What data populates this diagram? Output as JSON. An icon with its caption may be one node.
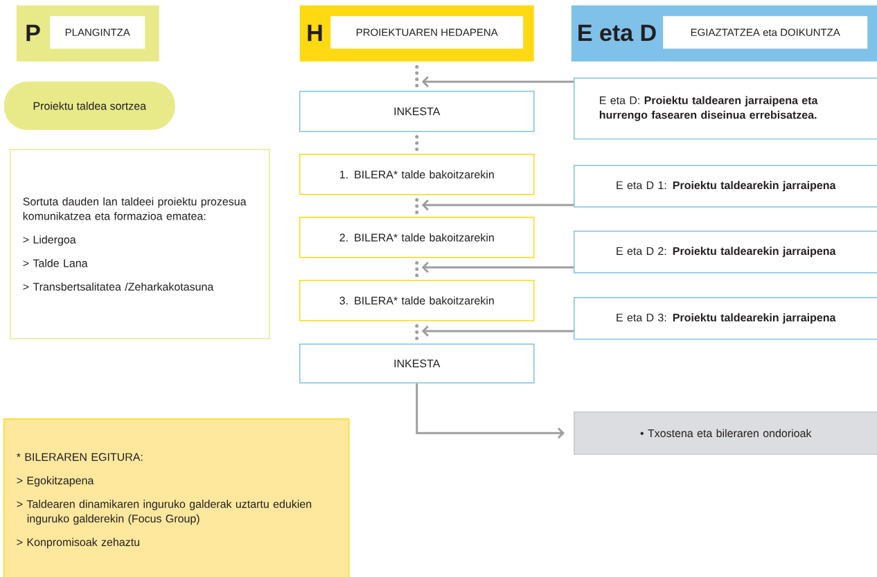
{
  "diagram": {
    "nodes": [
      {
        "text": [
          "P",
          "PLANGINTZA"
        ]
      },
      {
        "text": [
          "H",
          "PROIEKTUAREN HEDAPENA"
        ]
      },
      {
        "text": [
          "E eta D",
          "EGIAZTATZEA eta DOIKUNTZA"
        ]
      },
      {
        "text": [
          "Proiektu taldea sortzea"
        ]
      },
      {
        "text": [
          "Sortuta dauden lan taldeei proiektu prozesua komunikatzea eta formazioa ematea:",
          "> Lidergoa",
          "> Talde Lana",
          "> Transbertsalitatea /Zeharkakotasuna"
        ]
      },
      {
        "text": [
          "INKESTA"
        ]
      },
      {
        "text": [
          "1. BILERA* talde bakoitzarekin"
        ]
      },
      {
        "text": [
          "2. BILERA* talde bakoitzarekin"
        ]
      },
      {
        "text": [
          "3. BILERA* talde bakoitzarekin"
        ]
      },
      {
        "text": [
          "INKESTA"
        ]
      },
      {
        "text": [
          "E eta D: **Proiektu taldearen jarraipena eta hurrengo fasearen diseinua errebisatzea.**"
        ]
      },
      {
        "text": [
          "E eta D 1: **Proiektu taldearekin jarraipena**"
        ]
      },
      {
        "text": [
          "E eta D 2: **Proiektu taldearekin jarraipena**"
        ]
      },
      {
        "text": [
          "E eta D 3: **Proiektu taldearekin jarraipena**"
        ]
      },
      {
        "text": [
          "• Txostena eta bileraren ondorioak"
        ]
      },
      {
        "text": [
          "* BILERAREN EGITURA:",
          "> Egokitzapena",
          "> Taldearen dinamikaren inguruko galderak uztartu edukien inguruko galderekin (Focus Group)",
          "> Konpromisoak zehaztu"
        ]
      }
    ],
    "edges": [
      {
        "from": 1,
        "to": 5,
        "arrow": "none",
        "style": "dashed"
      },
      {
        "from": 5,
        "to": 6,
        "arrow": "none",
        "style": "dashed"
      },
      {
        "from": 6,
        "to": 7,
        "arrow": "none",
        "style": "dashed"
      },
      {
        "from": 7,
        "to": 8,
        "arrow": "none",
        "style": "dashed"
      },
      {
        "from": 8,
        "to": 9,
        "arrow": "none",
        "style": "dashed"
      },
      {
        "from": 10,
        "to": 5,
        "arrow": "to"
      },
      {
        "from": 11,
        "to": 6,
        "arrow": "to"
      },
      {
        "from": 12,
        "to": 7,
        "arrow": "to"
      },
      {
        "from": 13,
        "to": 8,
        "arrow": "to"
      },
      {
        "from": 9,
        "to": 14,
        "arrow": "to"
      }
    ]
  }
}
